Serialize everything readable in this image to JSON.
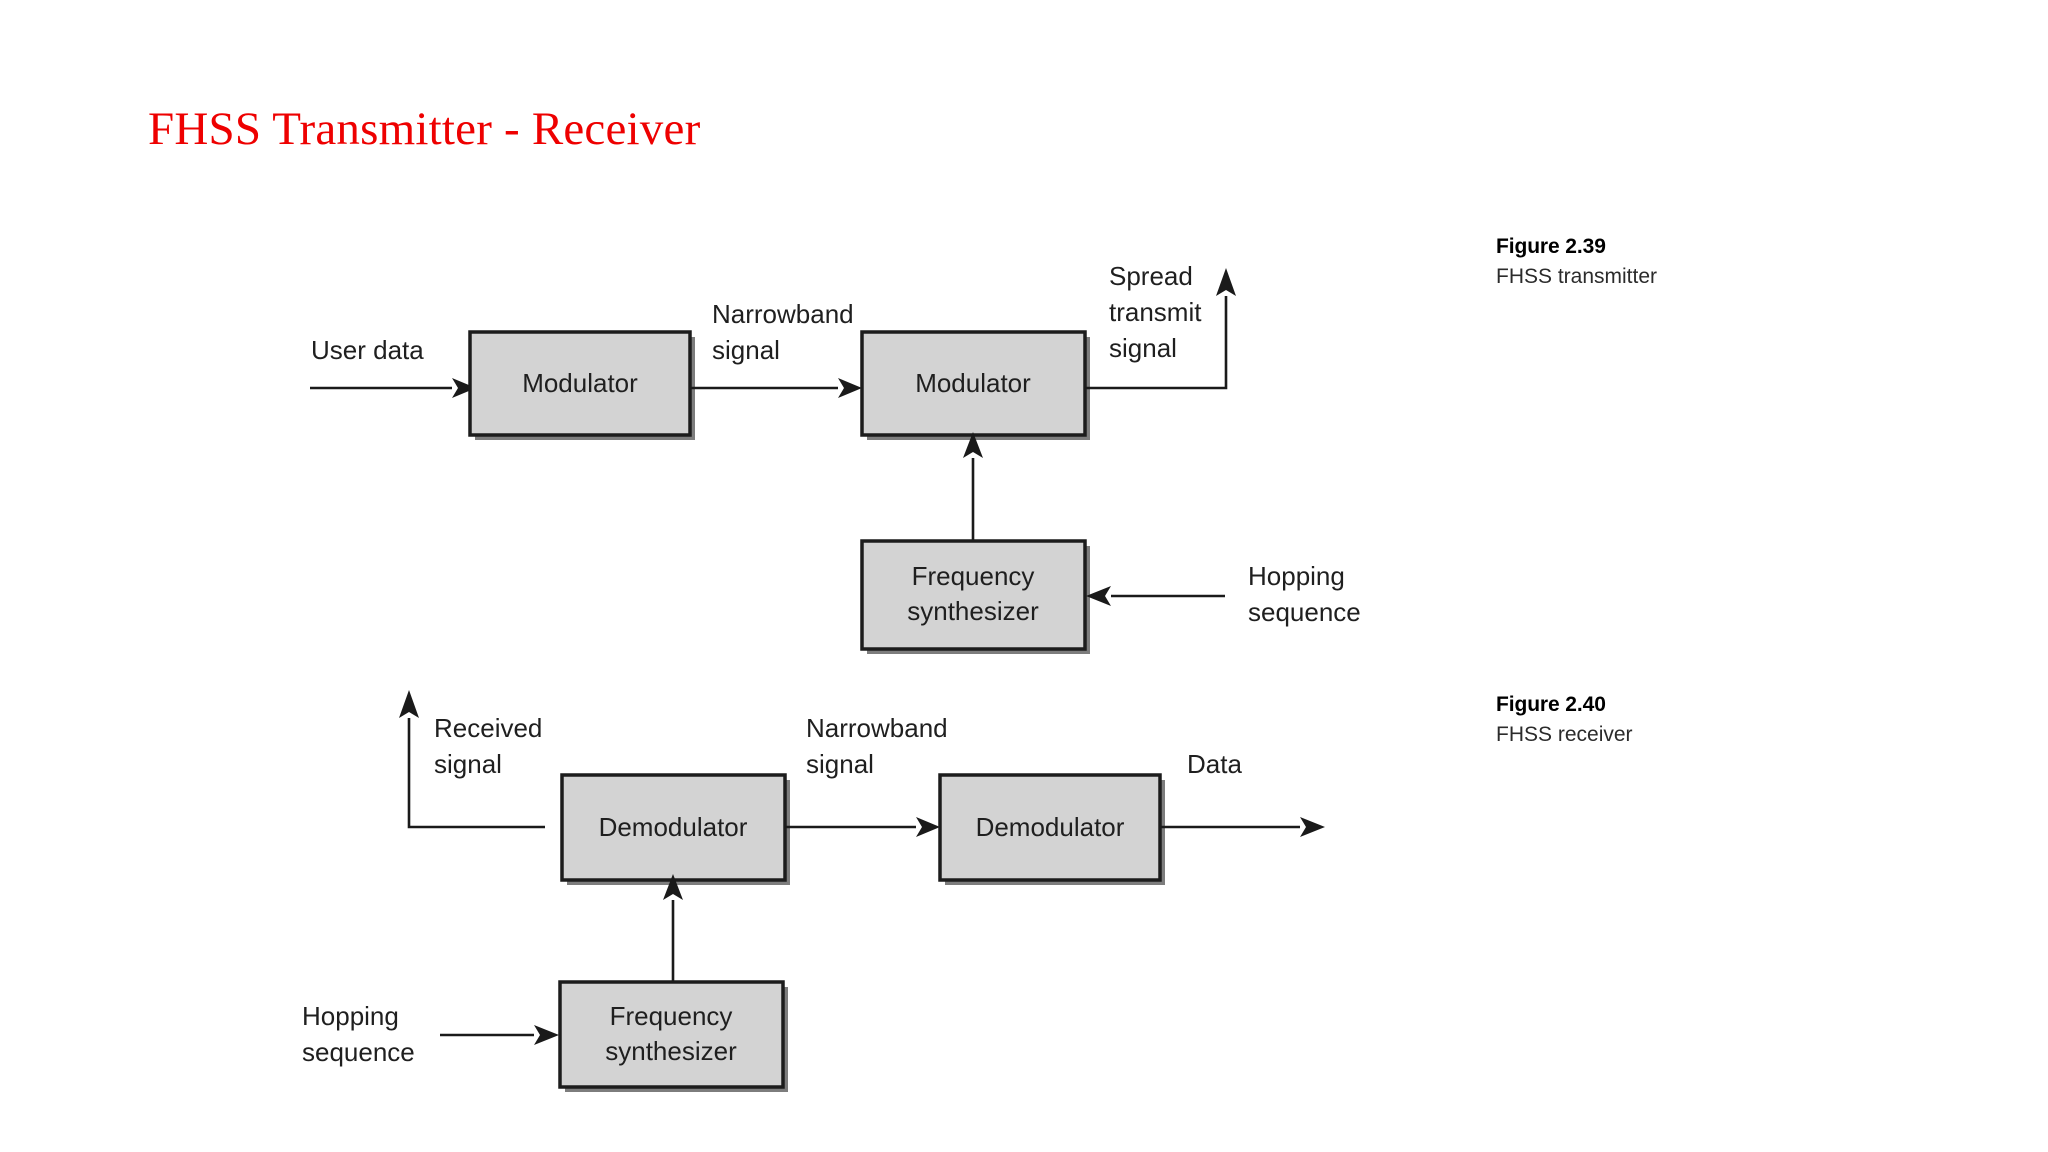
{
  "slide": {
    "title": "FHSS Transmitter - Receiver",
    "title_color": "#ee0000",
    "background_color": "#ffffff"
  },
  "figures": [
    {
      "id": "2.39",
      "number_label": "Figure 2.39",
      "description": "FHSS transmitter"
    },
    {
      "id": "2.40",
      "number_label": "Figure 2.40",
      "description": "FHSS receiver"
    }
  ],
  "transmitter": {
    "blocks": [
      {
        "id": "tx-modulator-1",
        "label": "Modulator"
      },
      {
        "id": "tx-modulator-2",
        "label": "Modulator"
      },
      {
        "id": "tx-freq-synth",
        "label_line1": "Frequency",
        "label_line2": "synthesizer"
      }
    ],
    "labels": {
      "user_data": "User data",
      "narrowband_line1": "Narrowband",
      "narrowband_line2": "signal",
      "spread_line1": "Spread",
      "spread_line2": "transmit",
      "spread_line3": "signal",
      "hopping_line1": "Hopping",
      "hopping_line2": "sequence"
    }
  },
  "receiver": {
    "blocks": [
      {
        "id": "rx-demodulator-1",
        "label": "Demodulator"
      },
      {
        "id": "rx-demodulator-2",
        "label": "Demodulator"
      },
      {
        "id": "rx-freq-synth",
        "label_line1": "Frequency",
        "label_line2": "synthesizer"
      }
    ],
    "labels": {
      "received_line1": "Received",
      "received_line2": "signal",
      "narrowband_line1": "Narrowband",
      "narrowband_line2": "signal",
      "data": "Data",
      "hopping_line1": "Hopping",
      "hopping_line2": "sequence"
    }
  },
  "style": {
    "block_fill": "#d3d3d3",
    "block_stroke": "#1c1c1c",
    "wire_color": "#1a1a1a",
    "text_color": "#1f1f1f"
  }
}
